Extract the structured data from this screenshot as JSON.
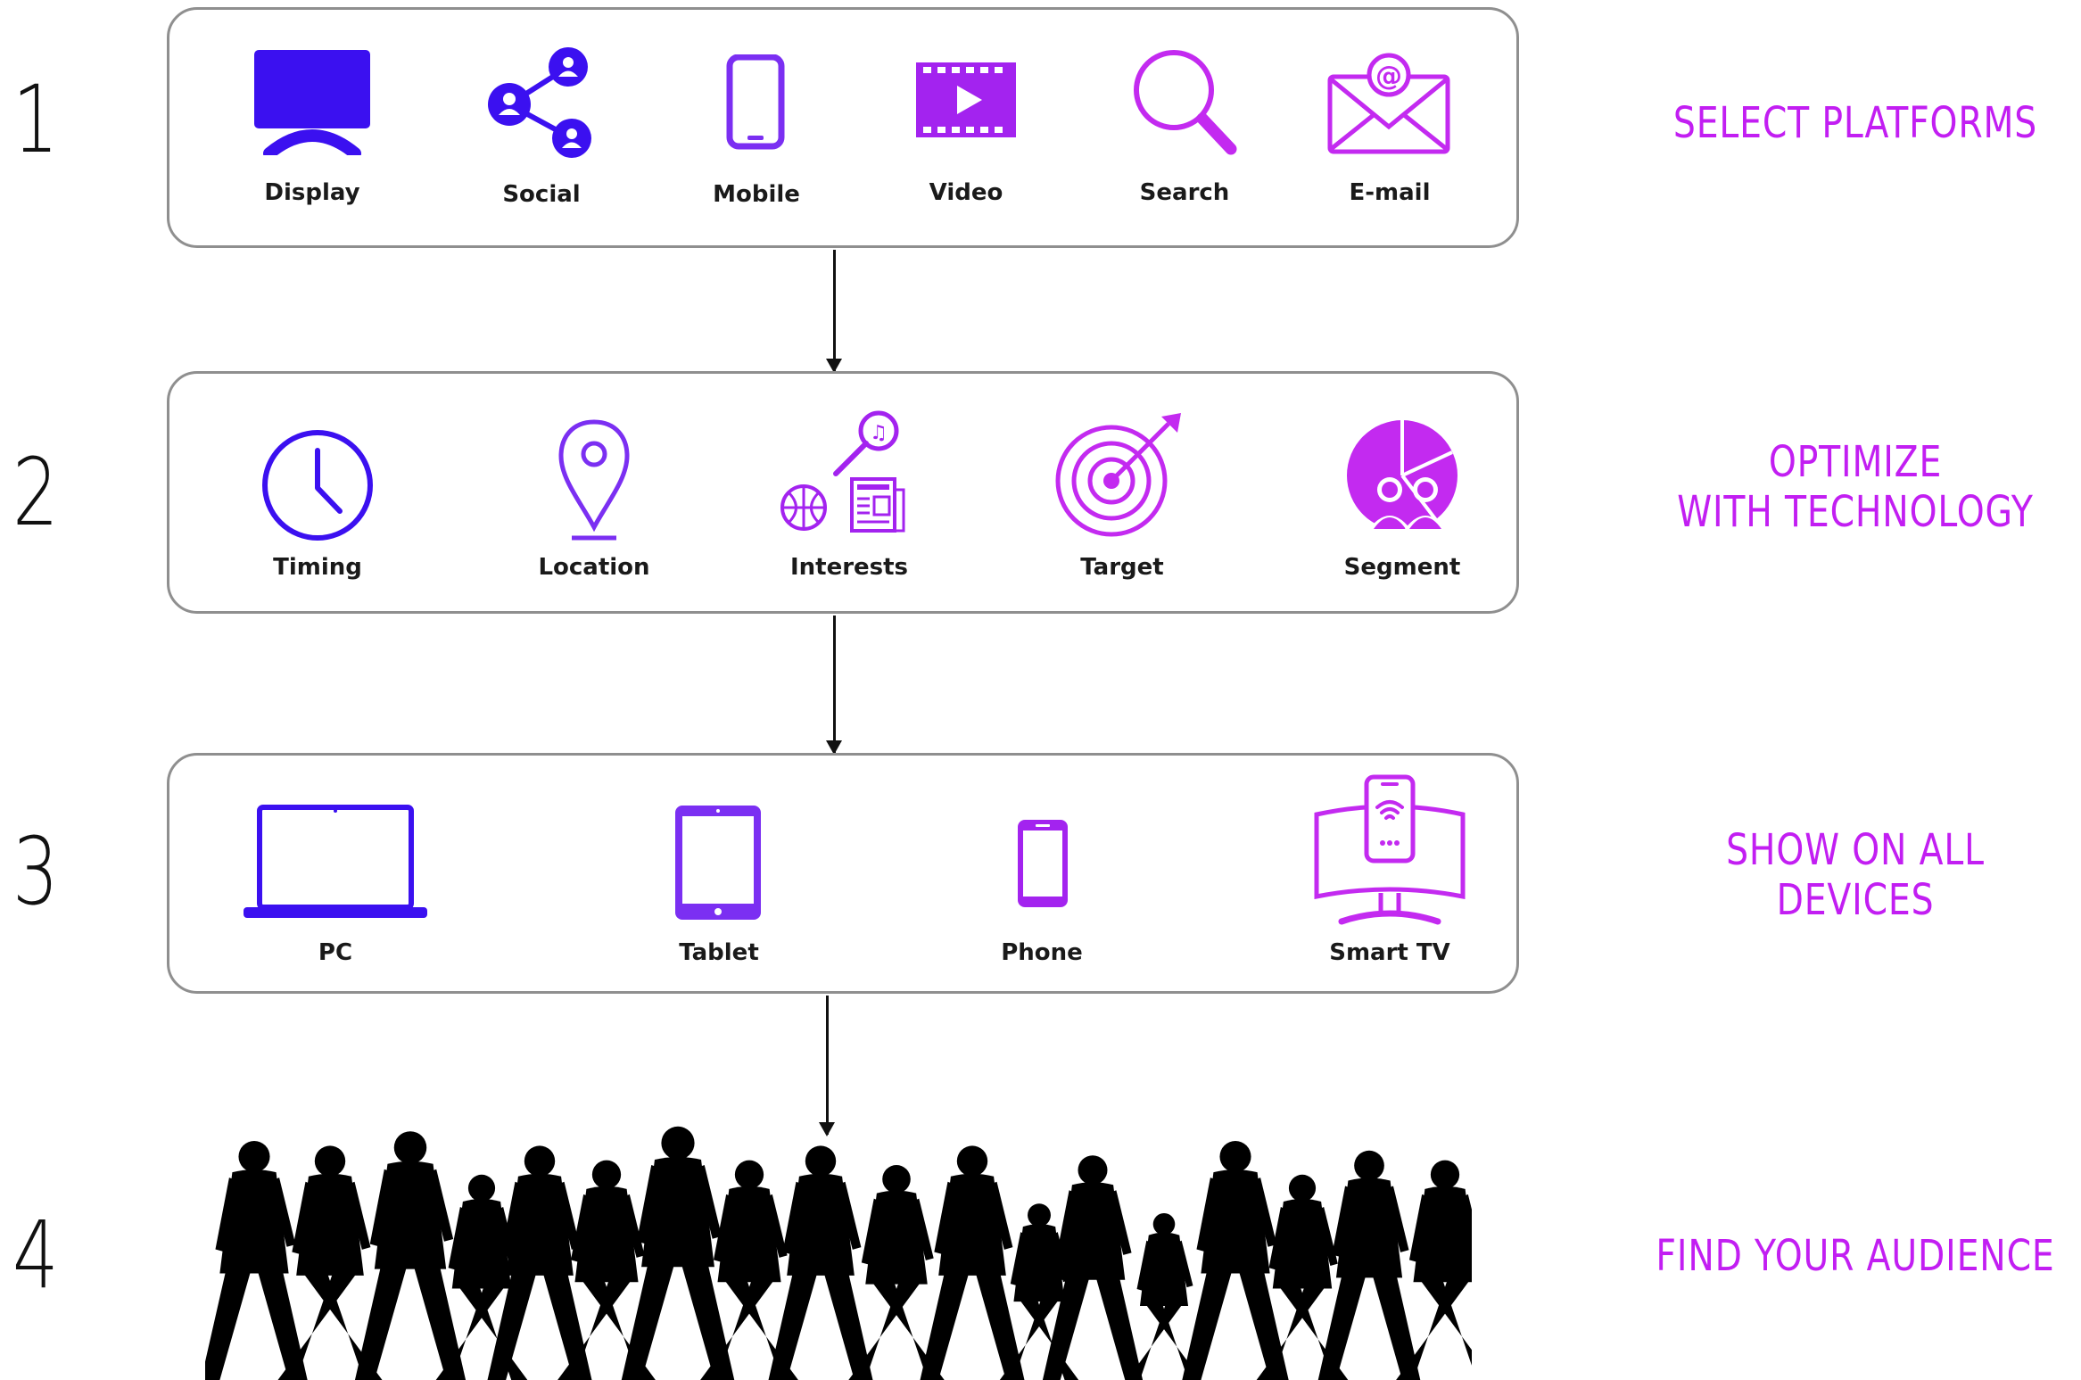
{
  "steps": [
    {
      "number": "1",
      "label_lines": [
        "SELECT PLATFORMS"
      ],
      "items": [
        {
          "label": "Display",
          "icon": "display-monitor-icon"
        },
        {
          "label": "Social",
          "icon": "social-network-icon"
        },
        {
          "label": "Mobile",
          "icon": "mobile-phone-icon"
        },
        {
          "label": "Video",
          "icon": "video-play-icon"
        },
        {
          "label": "Search",
          "icon": "magnifier-icon"
        },
        {
          "label": "E-mail",
          "icon": "email-envelope-icon"
        }
      ]
    },
    {
      "number": "2",
      "label_lines": [
        "OPTIMIZE",
        "WITH TECHNOLOGY"
      ],
      "items": [
        {
          "label": "Timing",
          "icon": "clock-icon"
        },
        {
          "label": "Location",
          "icon": "map-pin-icon"
        },
        {
          "label": "Interests",
          "icon": "interests-icon"
        },
        {
          "label": "Target",
          "icon": "target-arrow-icon"
        },
        {
          "label": "Segment",
          "icon": "segment-pie-people-icon"
        }
      ]
    },
    {
      "number": "3",
      "label_lines": [
        "SHOW ON ALL DEVICES"
      ],
      "items": [
        {
          "label": "PC",
          "icon": "laptop-icon"
        },
        {
          "label": "Tablet",
          "icon": "tablet-icon"
        },
        {
          "label": "Phone",
          "icon": "phone-icon"
        },
        {
          "label": "Smart TV",
          "icon": "smart-tv-icon"
        }
      ]
    },
    {
      "number": "4",
      "label_lines": [
        "FIND YOUR AUDIENCE"
      ],
      "image": "crowd-silhouette"
    }
  ],
  "colors": {
    "accent_label": "#c21ef2",
    "blue": "#3b10f0",
    "violet": "#7b2ff2",
    "purple": "#a323ef",
    "magenta": "#c32af0",
    "panel_border": "#8f8f8f",
    "silhouette": "#000000"
  }
}
